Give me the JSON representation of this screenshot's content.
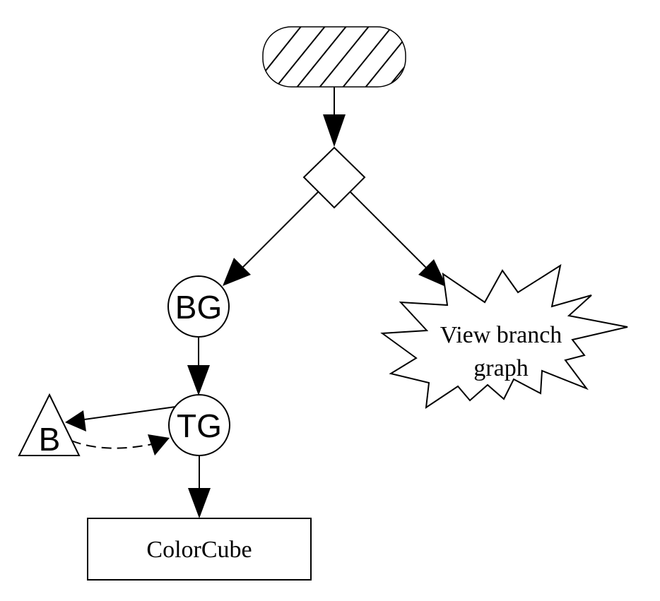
{
  "diagram": {
    "type": "flowchart",
    "nodes": {
      "start": {
        "shape": "terminator",
        "fill": "hatched",
        "label": ""
      },
      "decision": {
        "shape": "diamond",
        "label": ""
      },
      "bg": {
        "shape": "circle",
        "label": "BG"
      },
      "tg": {
        "shape": "circle",
        "label": "TG"
      },
      "b": {
        "shape": "triangle",
        "label": "B"
      },
      "colorcube": {
        "shape": "rectangle",
        "label": "ColorCube"
      },
      "view_branch": {
        "shape": "starburst",
        "label_line1": "View branch",
        "label_line2": "graph"
      }
    },
    "edges": [
      {
        "from": "start",
        "to": "decision",
        "style": "solid"
      },
      {
        "from": "decision",
        "to": "bg",
        "style": "solid"
      },
      {
        "from": "decision",
        "to": "view_branch",
        "style": "solid"
      },
      {
        "from": "bg",
        "to": "tg",
        "style": "solid"
      },
      {
        "from": "tg",
        "to": "b",
        "style": "solid"
      },
      {
        "from": "b",
        "to": "tg",
        "style": "dashed"
      },
      {
        "from": "tg",
        "to": "colorcube",
        "style": "solid"
      }
    ],
    "colors": {
      "line": "#000000",
      "background": "#ffffff"
    }
  }
}
